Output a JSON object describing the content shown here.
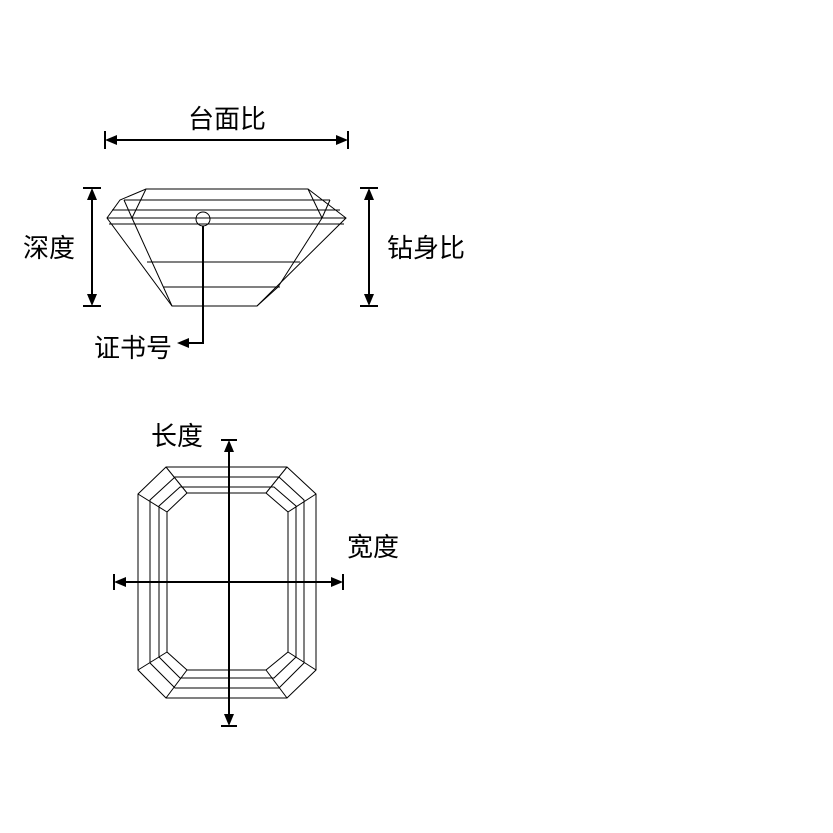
{
  "labels": {
    "table_ratio": "台面比",
    "depth": "深度",
    "pavilion_ratio": "钻身比",
    "certificate_number": "证书号",
    "length": "长度",
    "width": "宽度"
  }
}
